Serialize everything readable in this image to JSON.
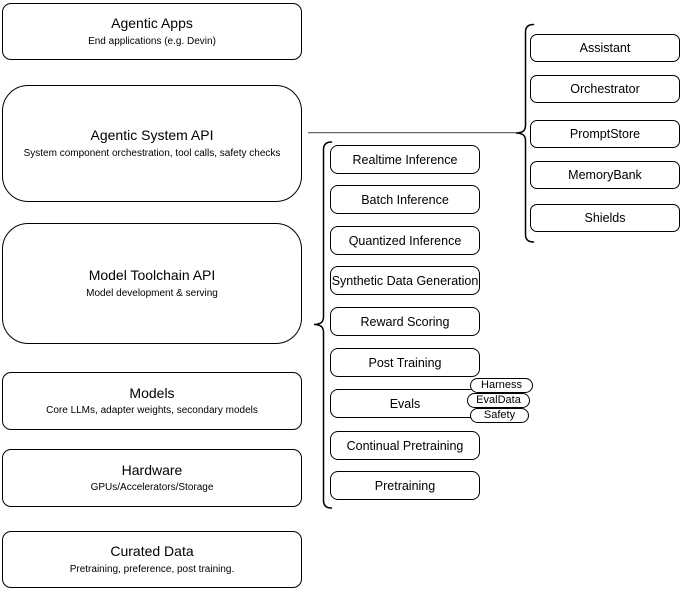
{
  "diagram": {
    "layers": [
      {
        "title": "Agentic Apps",
        "subtitle": "End applications (e.g. Devin)"
      },
      {
        "title": "Agentic System API",
        "subtitle": "System component orchestration, tool calls, safety checks"
      },
      {
        "title": "Model Toolchain API",
        "subtitle": "Model development & serving"
      },
      {
        "title": "Models",
        "subtitle": "Core LLMs, adapter weights, secondary models"
      },
      {
        "title": "Hardware",
        "subtitle": "GPUs/Accelerators/Storage"
      },
      {
        "title": "Curated Data",
        "subtitle": "Pretraining, preference, post training."
      }
    ],
    "toolchain_components": [
      "Realtime Inference",
      "Batch Inference",
      "Quantized Inference",
      "Synthetic Data Generation",
      "Reward Scoring",
      "Post Training",
      "Evals",
      "Continual Pretraining",
      "Pretraining"
    ],
    "eval_badges": [
      "Harness",
      "EvalData",
      "Safety"
    ],
    "system_components": [
      "Assistant",
      "Orchestrator",
      "PromptStore",
      "MemoryBank",
      "Shields"
    ],
    "colors": {
      "stroke": "#000000",
      "fill": "#ffffff",
      "connector": "#666666"
    }
  }
}
